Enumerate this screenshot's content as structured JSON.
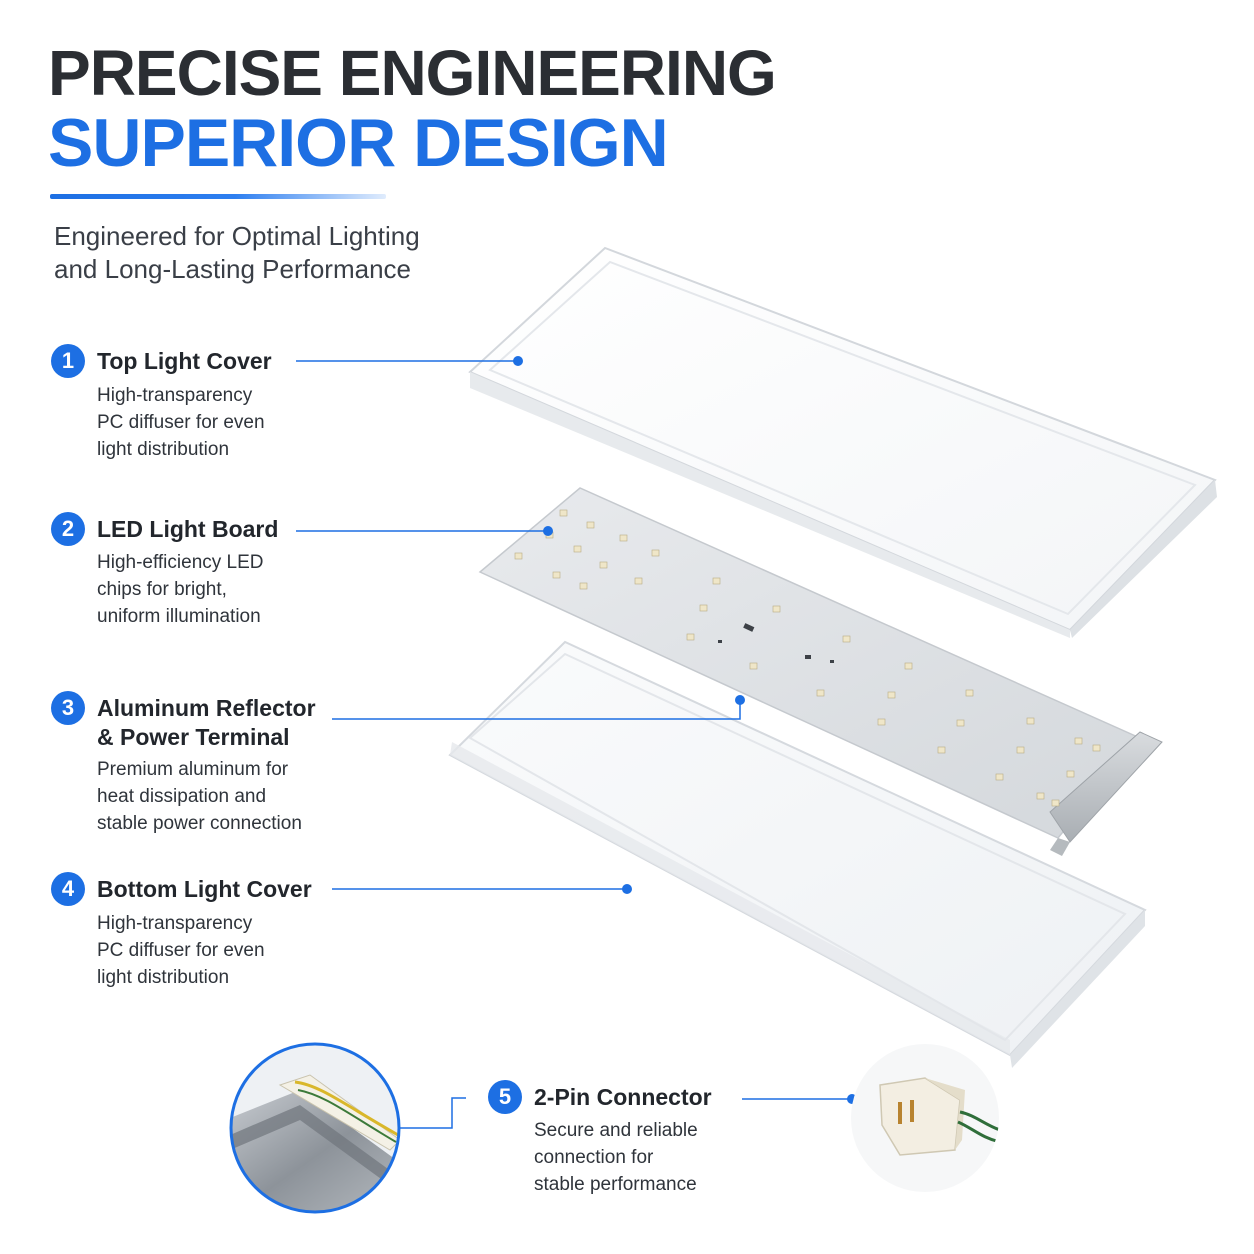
{
  "header": {
    "title_line1": "PRECISE ENGINEERING",
    "title_line2": "SUPERIOR DESIGN",
    "subtitle_line1": "Engineered for Optimal Lighting",
    "subtitle_line2": "and Long-Lasting Performance"
  },
  "features": [
    {
      "number": "1",
      "title": "Top Light Cover",
      "desc": [
        "High-transparency",
        "PC diffuser for even",
        "light distribution"
      ]
    },
    {
      "number": "2",
      "title": "LED Light Board",
      "desc": [
        "High-efficiency LED",
        "chips for bright,",
        "uniform illumination"
      ]
    },
    {
      "number": "3",
      "title_line1": "Aluminum Reflector",
      "title_line2": "& Power Terminal",
      "desc": [
        "Premium aluminum for",
        "heat dissipation and",
        "stable power connection"
      ]
    },
    {
      "number": "4",
      "title": "Bottom Light Cover",
      "desc": [
        "High-transparency",
        "PC diffuser for even",
        "light distribution"
      ]
    },
    {
      "number": "5",
      "title": "2-Pin Connector",
      "desc": [
        "Secure and reliable",
        "connection for",
        "stable performance"
      ]
    }
  ],
  "colors": {
    "accent": "#1d6fe3",
    "title_dark": "#2b2e33"
  },
  "icons": [
    "terminal-closeup-image",
    "connector-closeup-image"
  ]
}
